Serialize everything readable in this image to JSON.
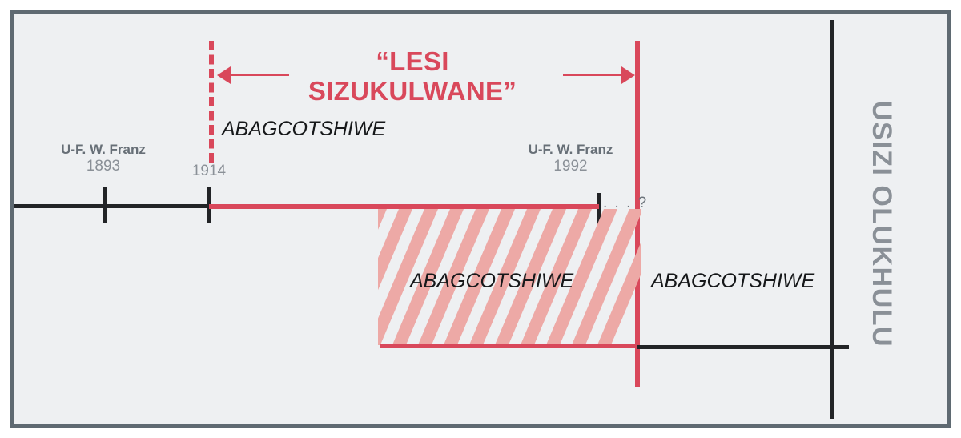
{
  "diagram": {
    "title": "“LESI\nSIZUKULWANE”",
    "side_label": "USIZI OLUKHULU",
    "era_label_top": "ABAGCOTSHIWE",
    "era_label_hatched": "ABAGCOTSHIWE",
    "era_label_right": "ABAGCOTSHIWE",
    "continuation_marker": ". . . ?",
    "markers": [
      {
        "name": "U-F. W. Franz",
        "year": "1893"
      },
      {
        "name": "",
        "year": "1914"
      },
      {
        "name": "U-F. W. Franz",
        "year": "1992"
      }
    ]
  },
  "colors": {
    "accent_red": "#d9485b",
    "hatch_red": "#eda9a6",
    "line_black": "#222427",
    "text_gray": "#8a9097",
    "text_gray_bold": "#676f77",
    "frame_gray": "#5f6a72",
    "canvas": "#eef0f2"
  }
}
